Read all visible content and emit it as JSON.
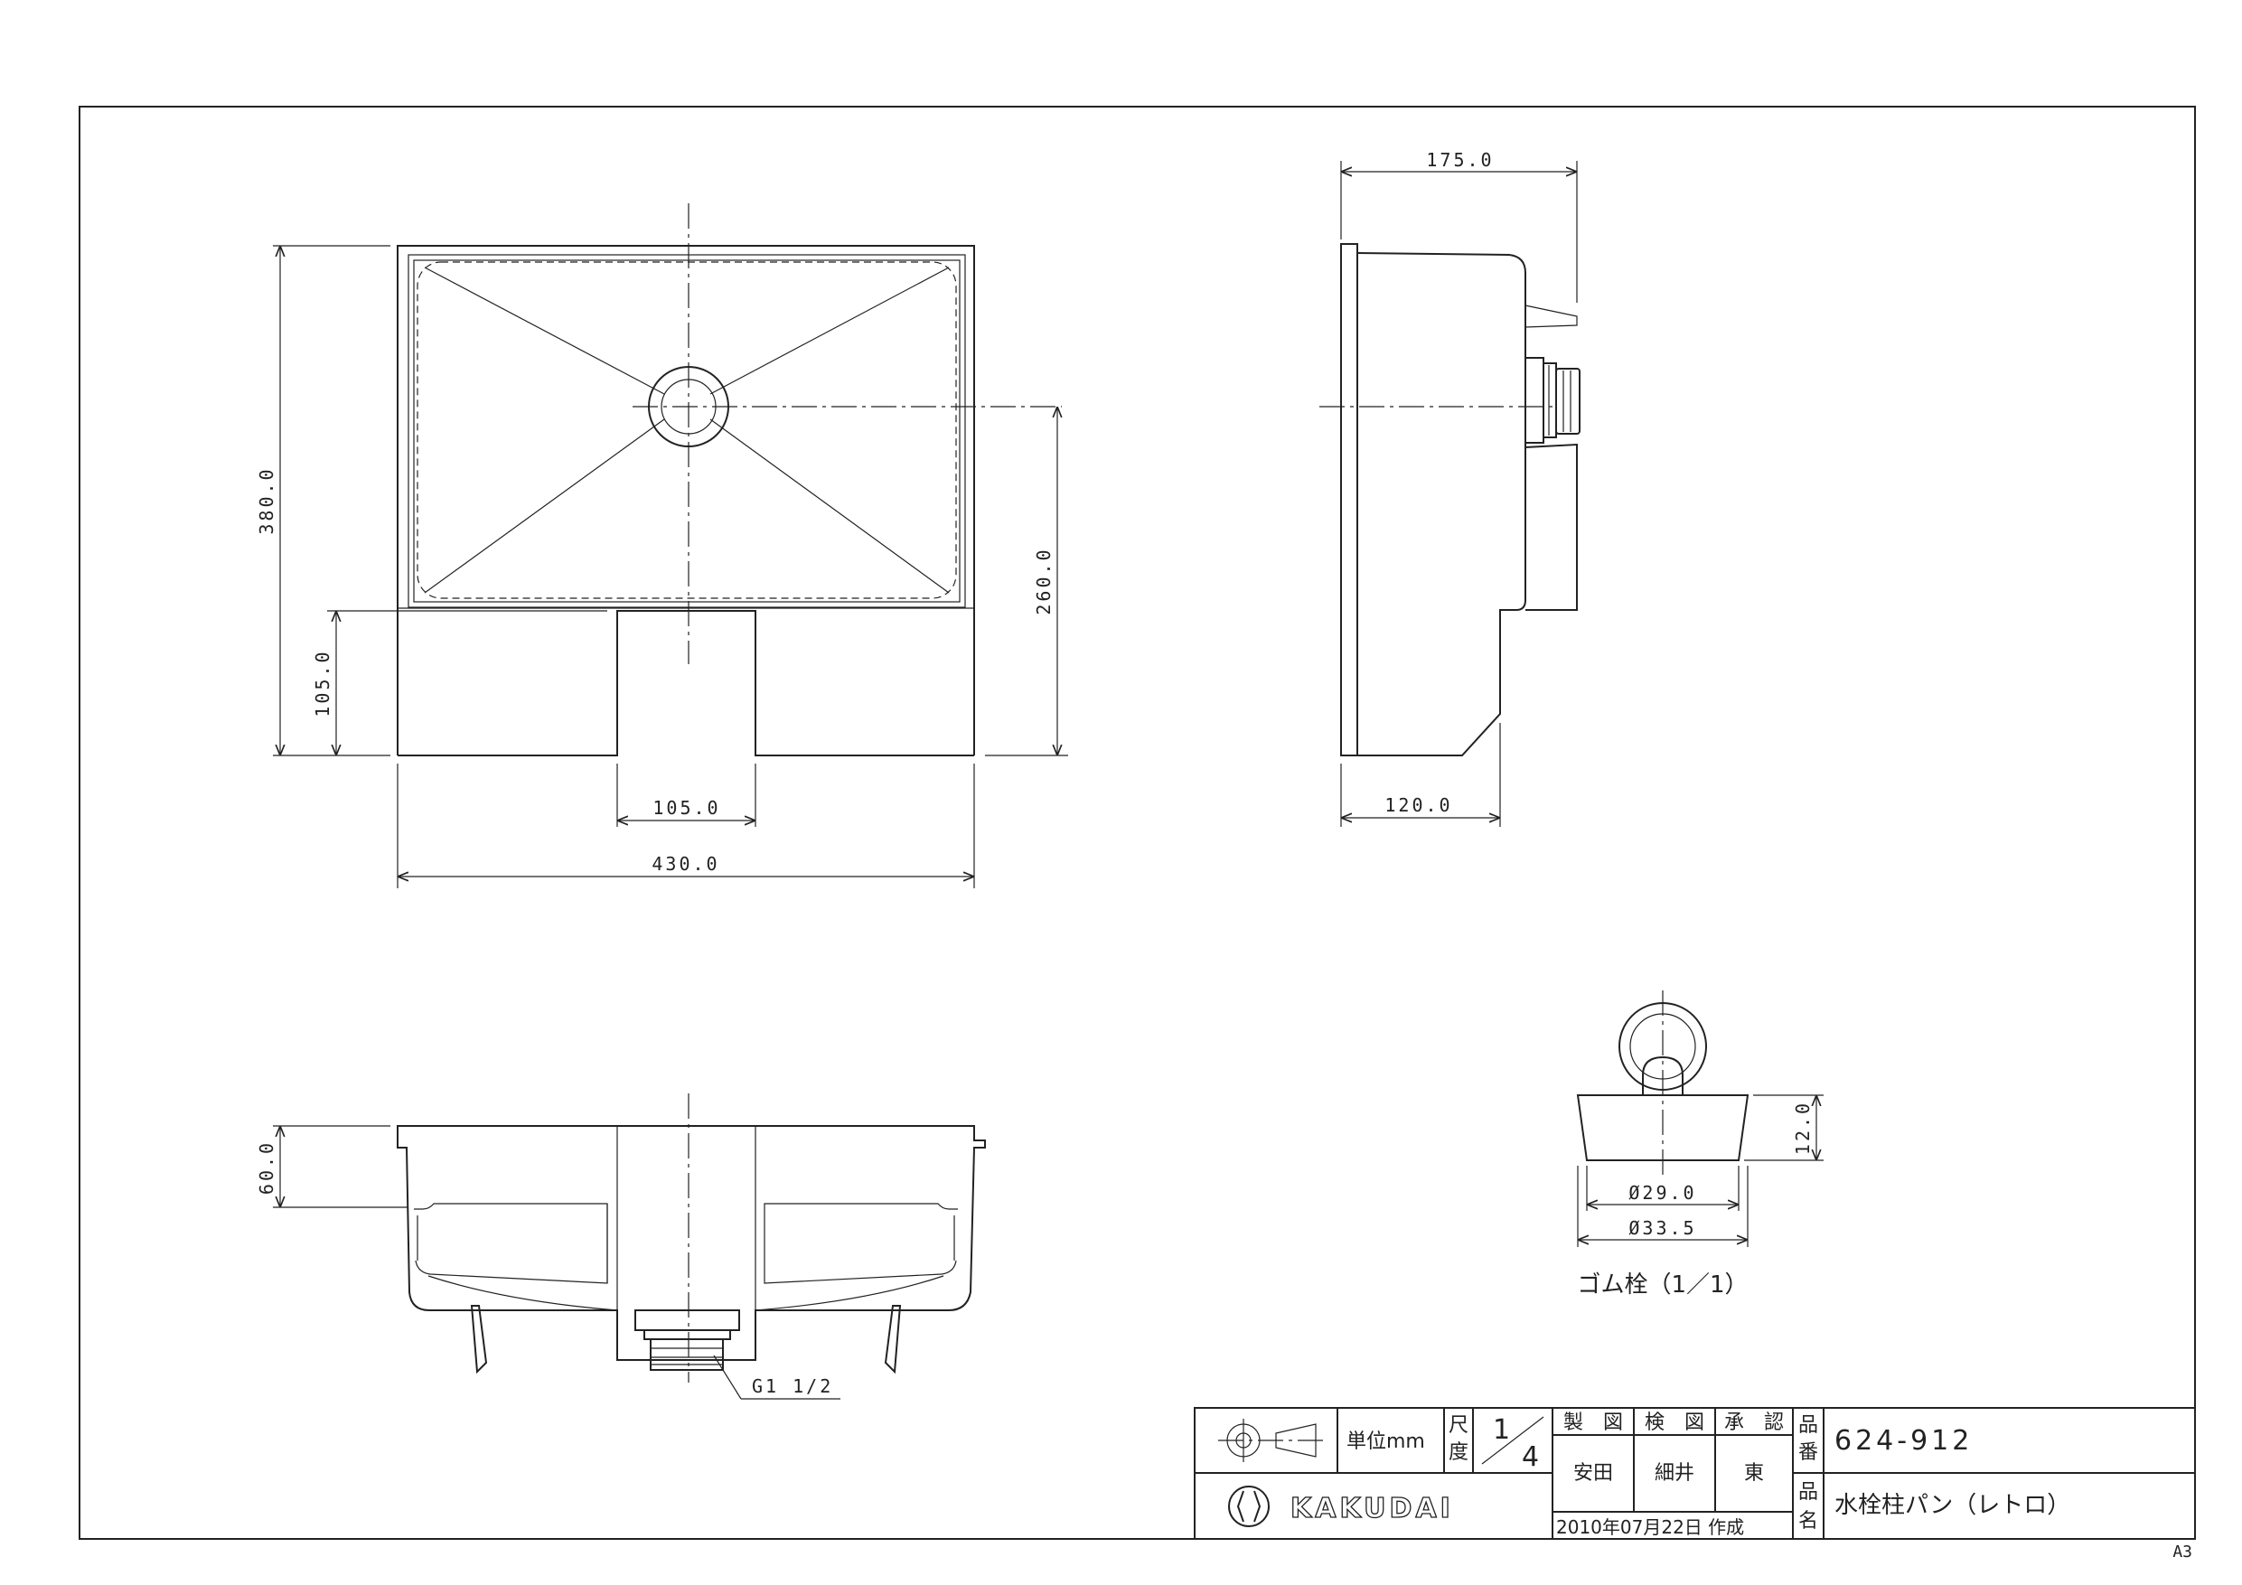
{
  "sheet_size": "A3",
  "dimensions": {
    "top_width": "430.0",
    "top_depth": "380.0",
    "notch_depth": "105.0",
    "notch_width": "105.0",
    "drain_center": "260.0",
    "side_depth": "175.0",
    "side_bottom": "120.0",
    "front_height": "60.0",
    "thread": "G1 1/2",
    "plug_height": "12.0",
    "plug_d1": "Ø29.0",
    "plug_d2": "Ø33.5"
  },
  "plug_caption": "ゴム栓（1／1）",
  "title_block": {
    "unit_label": "単位mm",
    "scale_label_1": "尺",
    "scale_label_2": "度",
    "scale_num": "1",
    "scale_den": "4",
    "drawn_header": "製　図",
    "checked_header": "検　図",
    "approved_header": "承　認",
    "drawn_by": "安田",
    "checked_by": "細井",
    "approved_by": "東",
    "date": "2010年07月22日 作成",
    "part_no_label_1": "品",
    "part_no_label_2": "番",
    "part_no": "624-912",
    "name_label_1": "品",
    "name_label_2": "名",
    "part_name": "水栓柱パン（レトロ）",
    "brand": "KAKUDAI"
  },
  "icons": [
    "projection-symbol-icon",
    "kakudai-logo-icon"
  ]
}
